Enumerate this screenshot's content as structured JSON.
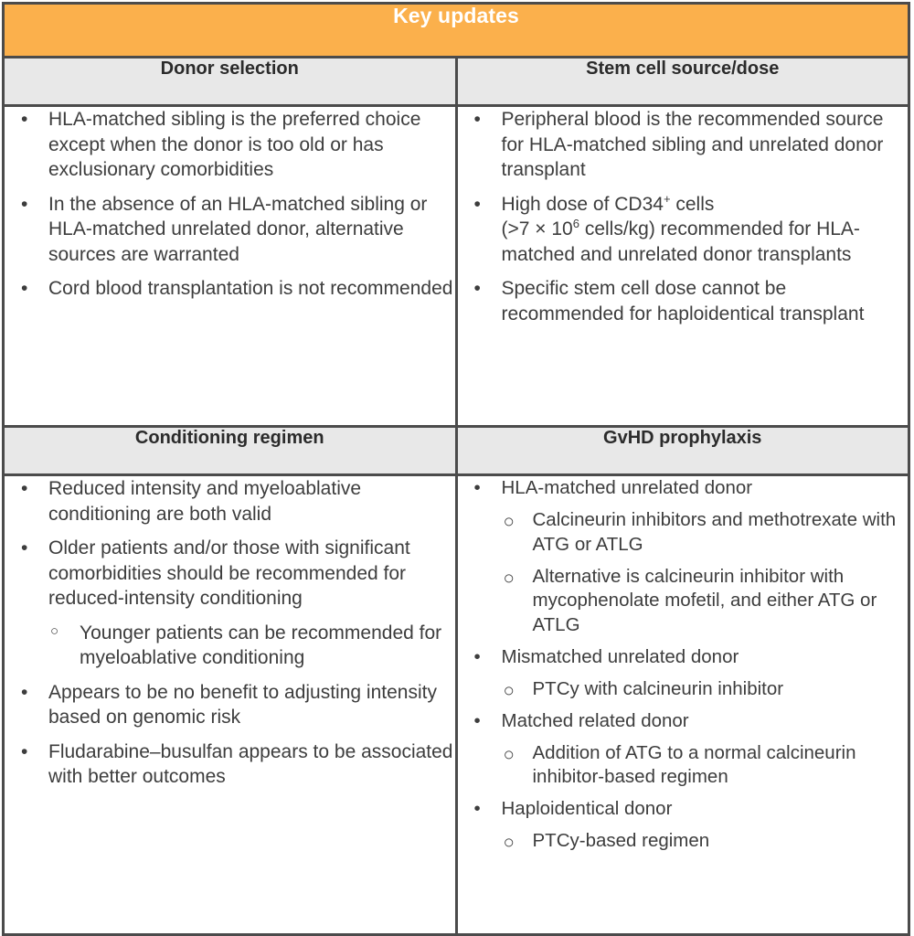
{
  "title": {
    "text": "Key updates",
    "bg_color": "#fbb04c",
    "text_color": "#ffffff"
  },
  "colors": {
    "accent_orange": "#fbb04c",
    "header_gray": "#e8e8e8",
    "border_gray": "#4b4b4b",
    "body_text": "#3d3d3d",
    "header_text": "#2b2b2b",
    "page_background": "#ffffff"
  },
  "markers": {
    "level1": "•",
    "level2": "○"
  },
  "sections": [
    {
      "id": "donor-selection",
      "header": "Donor selection",
      "items": [
        {
          "level": 1,
          "text": "HLA-matched sibling is the preferred choice except when the donor is too old or has exclusionary comorbidities"
        },
        {
          "level": 1,
          "text": "In the absence of an HLA-matched sibling or HLA-matched unrelated donor, alternative sources are warranted"
        },
        {
          "level": 1,
          "text": "Cord blood transplantation is not recommended"
        }
      ]
    },
    {
      "id": "stem-cell-source-dose",
      "header": "Stem cell source/dose",
      "items": [
        {
          "level": 1,
          "text": "Peripheral blood is the recommended source for HLA-matched sibling and unrelated donor transplant"
        },
        {
          "level": 1,
          "html": "High dose of CD34<sup>+</sup> cells<br>(&gt;7 &times; 10<sup>6</sup> cells/kg) recommended for HLA-matched and unrelated donor transplants",
          "text": "High dose of CD34+ cells (>7 × 10^6 cells/kg) recommended for HLA-matched and unrelated donor transplants"
        },
        {
          "level": 1,
          "text": "Specific stem cell dose cannot be recommended for haploidentical transplant"
        }
      ]
    },
    {
      "id": "conditioning-regimen",
      "header": "Conditioning regimen",
      "items": [
        {
          "level": 1,
          "text": "Reduced intensity and myeloablative conditioning are both valid"
        },
        {
          "level": 1,
          "text": "Older patients and/or those with significant comorbidities should be recommended for reduced-intensity conditioning"
        },
        {
          "level": 2,
          "text": "Younger patients can be recommended for myeloablative conditioning"
        },
        {
          "level": 1,
          "text": " Appears to be no benefit to adjusting intensity based on genomic risk"
        },
        {
          "level": 1,
          "text": "Fludarabine–busulfan appears to be associated with better outcomes"
        }
      ]
    },
    {
      "id": "gvhd-prophylaxis",
      "header": "GvHD prophylaxis",
      "items": [
        {
          "level": 1,
          "text": "HLA-matched unrelated donor"
        },
        {
          "level": 2,
          "text": "Calcineurin inhibitors and methotrexate with ATG or ATLG"
        },
        {
          "level": 2,
          "text": "Alternative is calcineurin inhibitor with mycophenolate mofetil, and either ATG or ATLG"
        },
        {
          "level": 1,
          "text": "Mismatched unrelated donor"
        },
        {
          "level": 2,
          "text": "PTCy with calcineurin inhibitor"
        },
        {
          "level": 1,
          "text": " Matched related donor"
        },
        {
          "level": 2,
          "text": "Addition of ATG to a normal calcineurin inhibitor-based regimen"
        },
        {
          "level": 1,
          "text": " Haploidentical donor"
        },
        {
          "level": 2,
          "text": "PTCy-based regimen"
        }
      ]
    }
  ]
}
